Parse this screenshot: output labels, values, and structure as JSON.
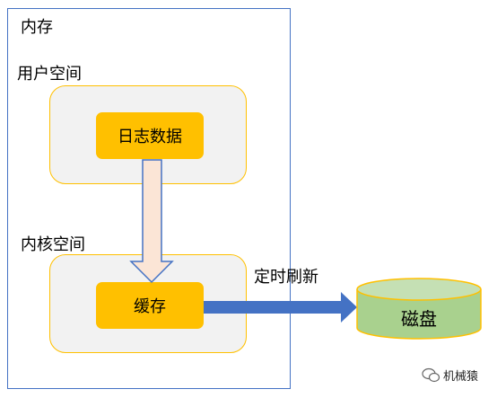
{
  "memory": {
    "label": "内存"
  },
  "user_space": {
    "label": "用户空间",
    "node": "日志数据"
  },
  "kernel_space": {
    "label": "内核空间",
    "node": "缓存"
  },
  "flush": {
    "label": "定时刷新"
  },
  "disk": {
    "label": "磁盘"
  },
  "watermark": {
    "text": "机械猿"
  },
  "colors": {
    "frame": "#4472c4",
    "node_fill": "#ffc000",
    "region_fill": "#f2f2f2",
    "down_arrow_fill": "#fbe5d6",
    "down_arrow_stroke": "#4472c4",
    "flush_arrow": "#4472c4",
    "disk_fill": "#a9d18e",
    "disk_top": "#c5e0b4",
    "disk_stroke": "#ffc000"
  }
}
